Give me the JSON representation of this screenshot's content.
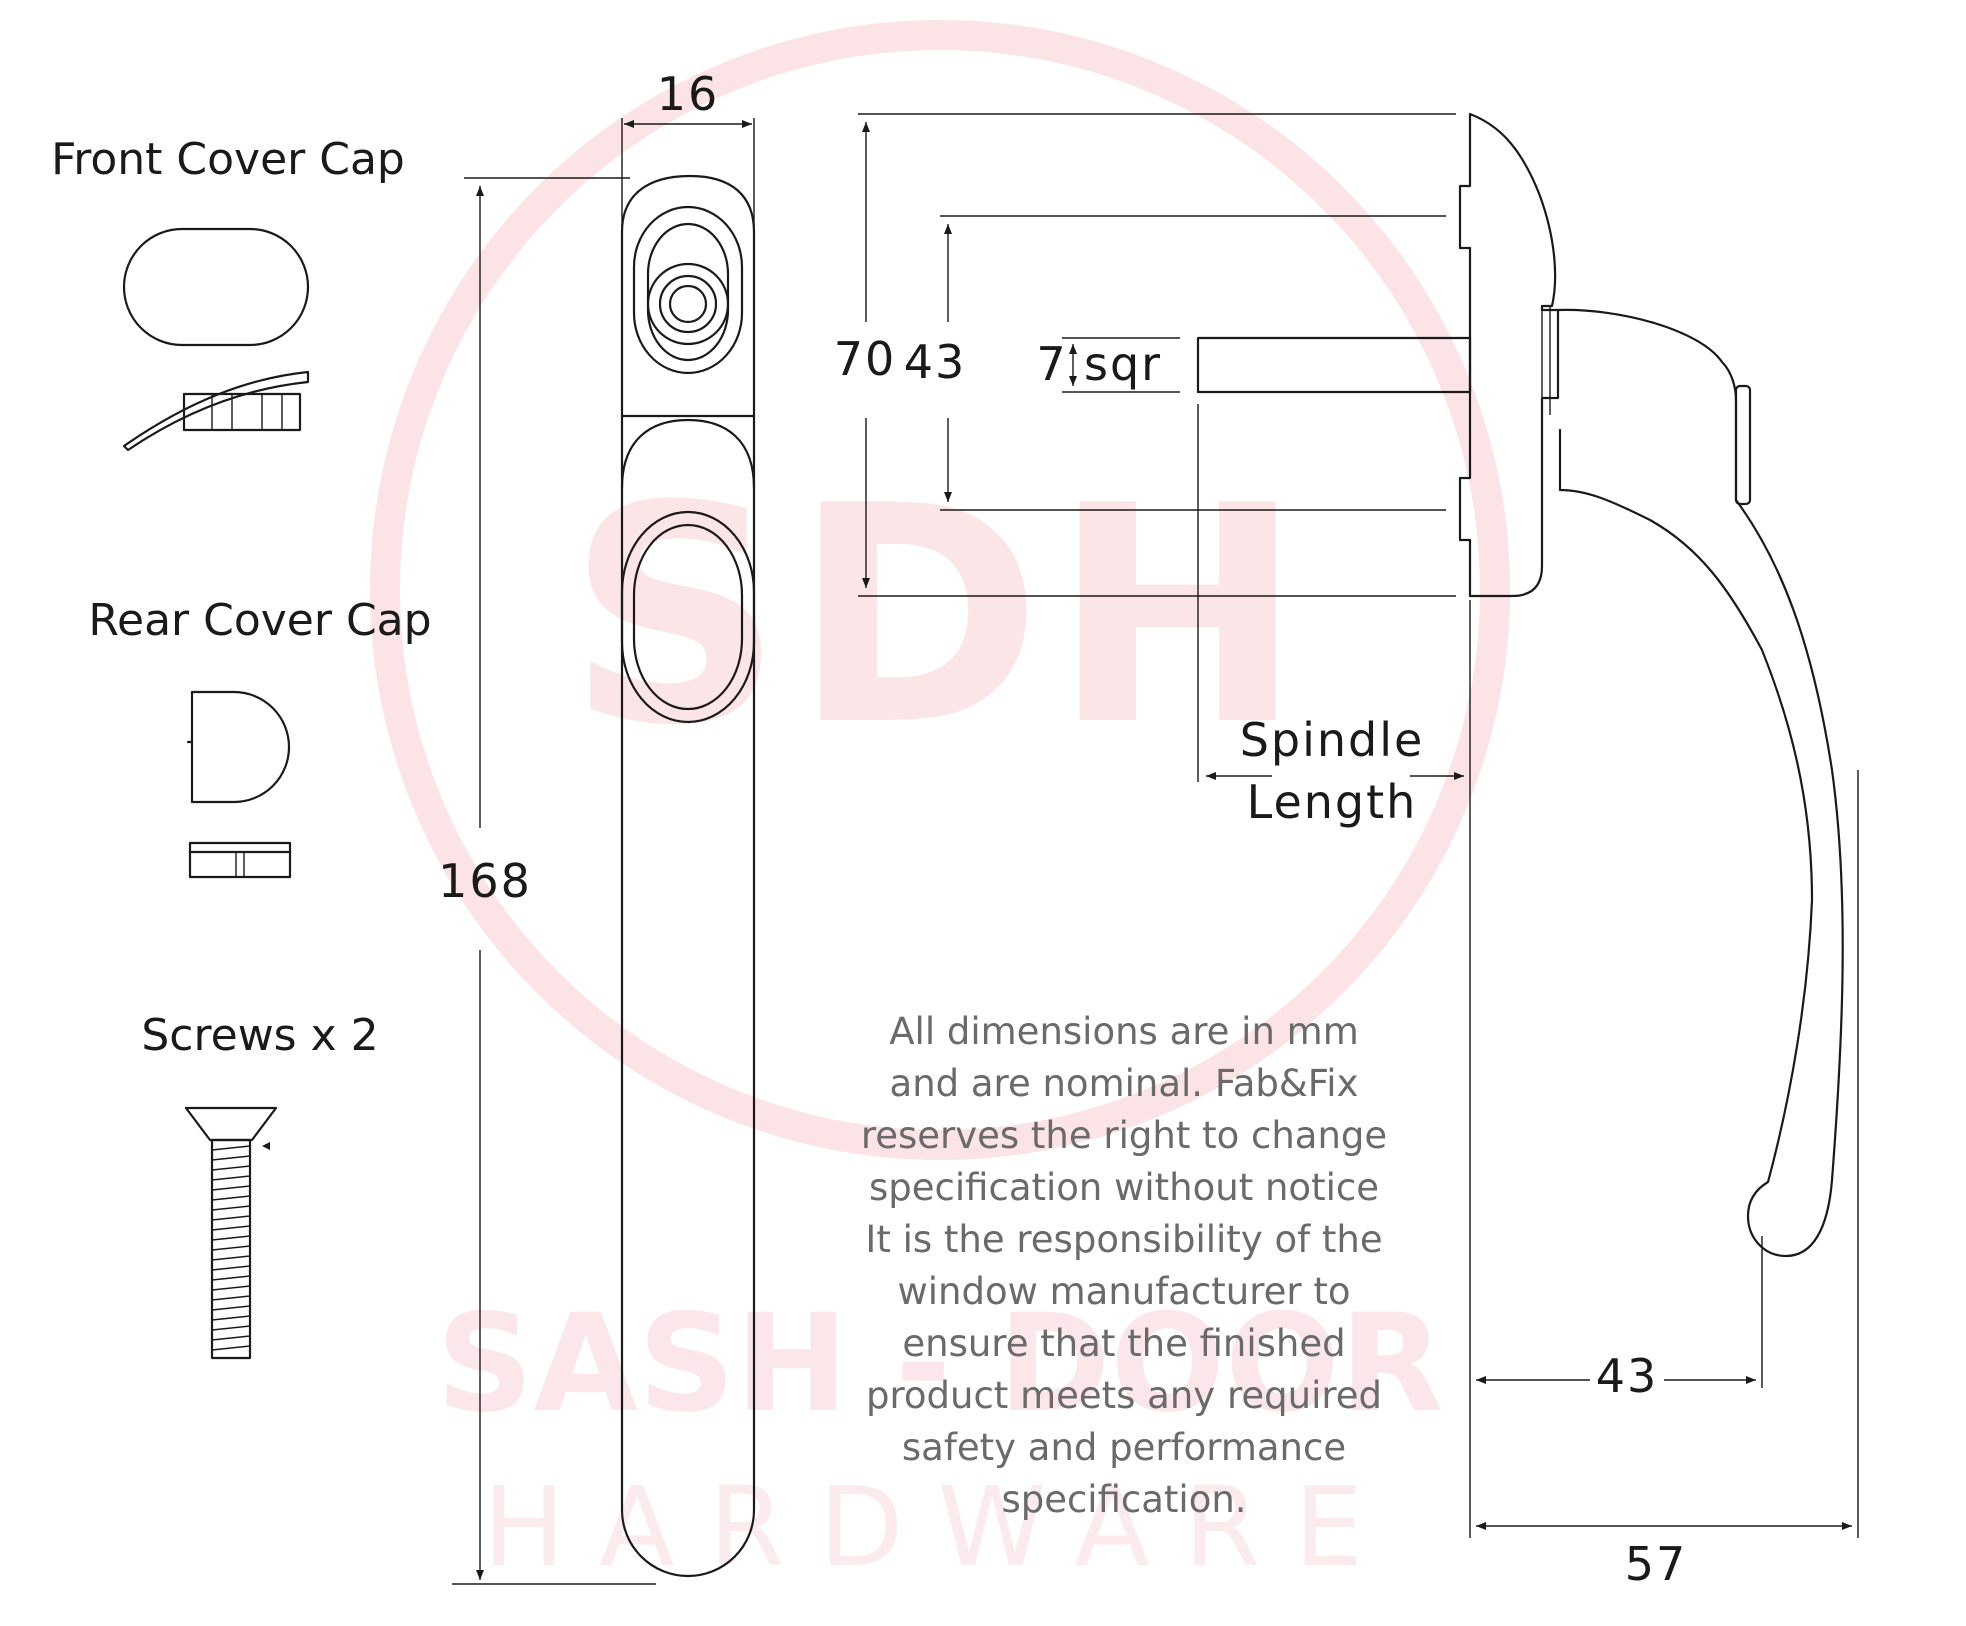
{
  "parts": {
    "front_cover_cap": "Front Cover Cap",
    "rear_cover_cap": "Rear Cover Cap",
    "screws": "Screws x 2"
  },
  "dimensions": {
    "width_top": "16",
    "height_total": "168",
    "height_70": "70",
    "height_43": "43",
    "spindle_size_num": "7",
    "spindle_size_unit": "sqr",
    "spindle_line1": "Spindle",
    "spindle_line2": "Length",
    "projection_43": "43",
    "projection_57": "57"
  },
  "note_lines": [
    "All dimensions are in mm",
    "and are nominal. Fab&Fix",
    "reserves the right to change",
    "specification without notice",
    "It is the responsibility of the",
    "window manufacturer to",
    "ensure that the finished",
    "product meets any required",
    "safety and performance",
    "specification."
  ],
  "watermark": {
    "logo": "SDH",
    "line1": "SASH - DOOR",
    "line2": "HARDWARE"
  },
  "colors": {
    "line": "#1a1a1a",
    "note_text": "#6a6a6a",
    "watermark": "#f7c9ce"
  }
}
